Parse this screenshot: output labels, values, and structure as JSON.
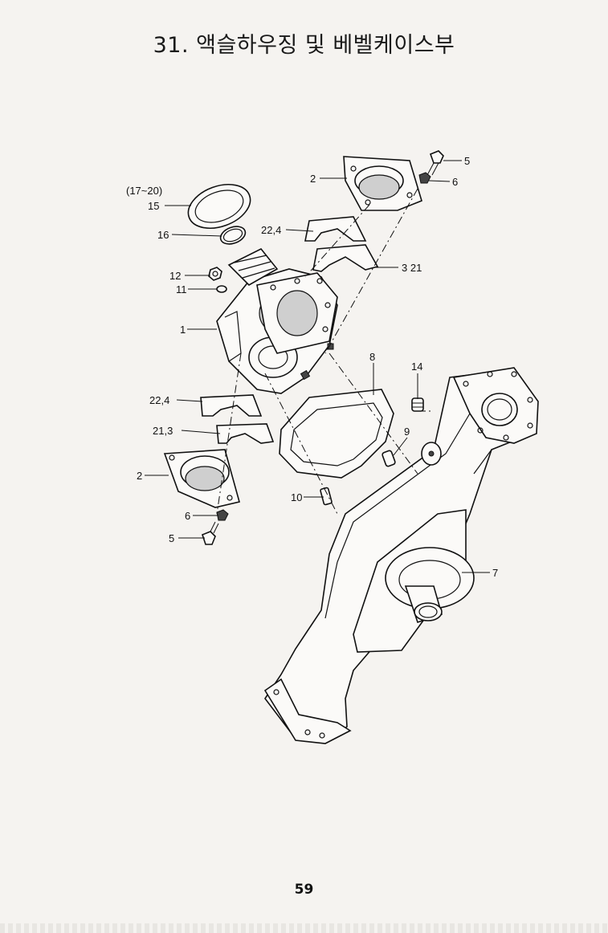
{
  "title": "31. 액슬하우징 및 베벨케이스부",
  "page_number": "59",
  "callouts": [
    {
      "id": "c-17-20",
      "text": "(17~20)"
    },
    {
      "id": "c-15",
      "text": "15"
    },
    {
      "id": "c-16",
      "text": "16"
    },
    {
      "id": "c-22-4-top",
      "text": "22,4"
    },
    {
      "id": "c-2-top",
      "text": "2"
    },
    {
      "id": "c-5-top",
      "text": "5"
    },
    {
      "id": "c-6-top",
      "text": "6"
    },
    {
      "id": "c-3-21",
      "text": "3 21"
    },
    {
      "id": "c-12",
      "text": "12"
    },
    {
      "id": "c-11",
      "text": "11"
    },
    {
      "id": "c-1",
      "text": "1"
    },
    {
      "id": "c-8",
      "text": "8"
    },
    {
      "id": "c-14",
      "text": "14"
    },
    {
      "id": "c-22-4-mid",
      "text": "22,4"
    },
    {
      "id": "c-21-3",
      "text": "21,3"
    },
    {
      "id": "c-9",
      "text": "9"
    },
    {
      "id": "c-2-bottom",
      "text": "2"
    },
    {
      "id": "c-10",
      "text": "10"
    },
    {
      "id": "c-6-bottom",
      "text": "6"
    },
    {
      "id": "c-5-bottom",
      "text": "5"
    },
    {
      "id": "c-7",
      "text": "7"
    }
  ]
}
